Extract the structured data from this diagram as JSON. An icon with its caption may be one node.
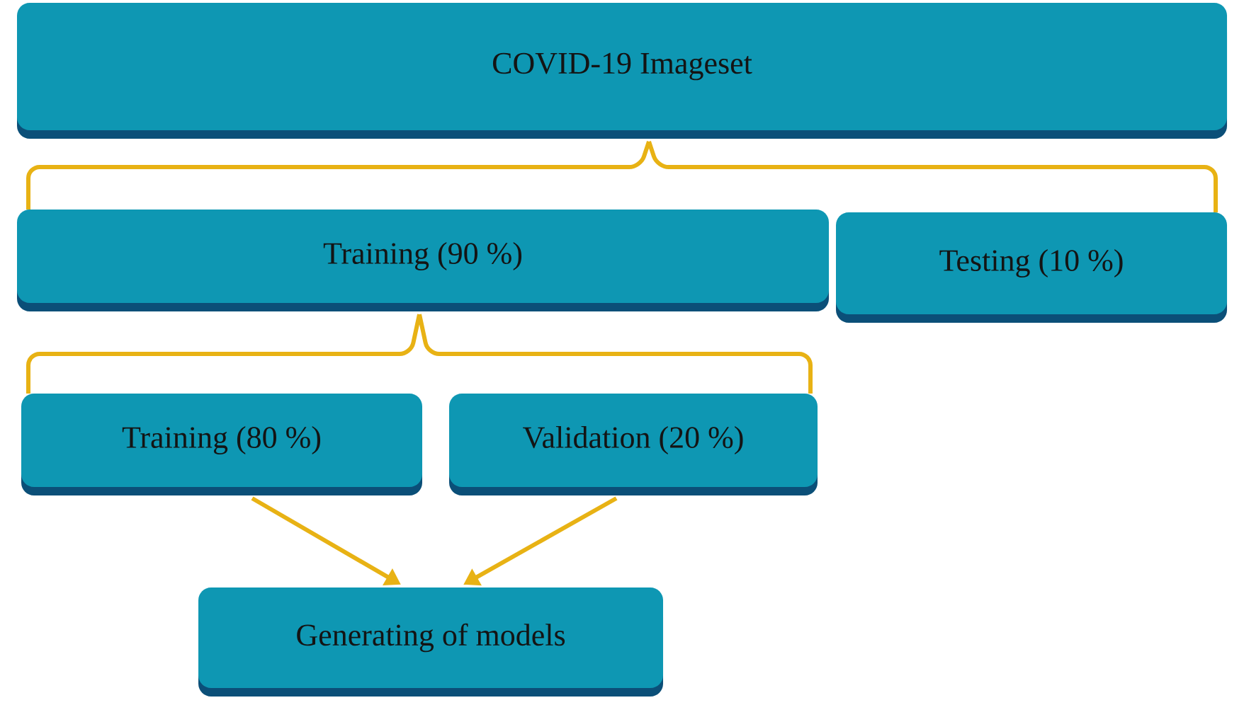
{
  "diagram": {
    "nodes": [
      {
        "text": [
          "COVID-19 Imageset"
        ]
      },
      {
        "text": [
          "Training (90 %)"
        ]
      },
      {
        "text": [
          "Testing (10 %)"
        ]
      },
      {
        "text": [
          "Training (80 %)"
        ]
      },
      {
        "text": [
          "Validation (20 %)"
        ]
      },
      {
        "text": [
          "Generating of models"
        ]
      }
    ],
    "edges": [
      {
        "from": 0,
        "to": 1,
        "arrow": "none"
      },
      {
        "from": 0,
        "to": 2,
        "arrow": "none"
      },
      {
        "from": 1,
        "to": 3,
        "arrow": "none"
      },
      {
        "from": 1,
        "to": 4,
        "arrow": "none"
      },
      {
        "from": 3,
        "to": 5,
        "arrow": "to"
      },
      {
        "from": 4,
        "to": 5,
        "arrow": "to"
      }
    ]
  }
}
